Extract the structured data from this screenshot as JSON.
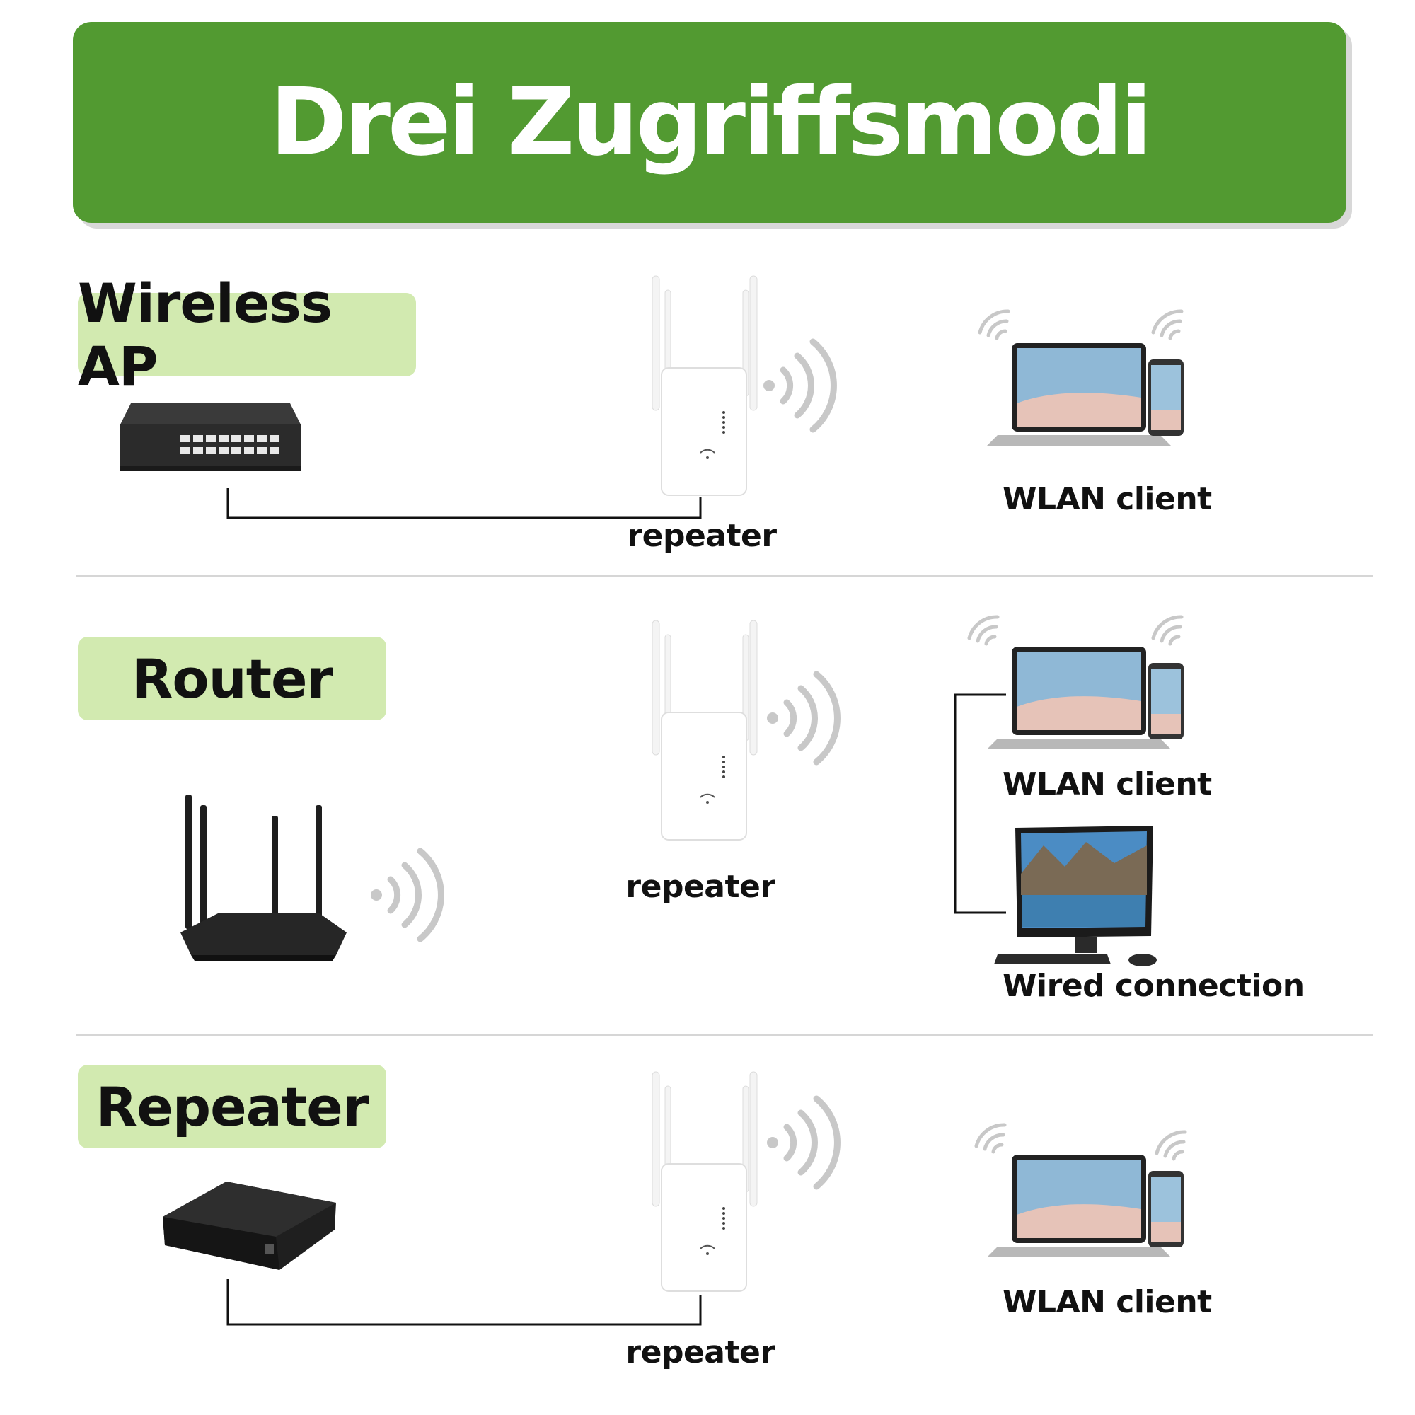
{
  "title": "Drei Zugriffsmodi",
  "modes": [
    {
      "label": "Wireless AP",
      "source_device": "network-switch",
      "repeater_caption": "repeater",
      "clients": [
        "WLAN client"
      ]
    },
    {
      "label": "Router",
      "source_device": "wifi-router",
      "repeater_caption": "repeater",
      "clients": [
        "WLAN client",
        "Wired connection"
      ]
    },
    {
      "label": "Repeater",
      "source_device": "modem-box",
      "repeater_caption": "repeater",
      "clients": [
        "WLAN client"
      ]
    }
  ],
  "colors": {
    "banner": "#529a31",
    "label_bg": "#d2eab0",
    "wave": "#c8c8c8",
    "line": "#111111"
  }
}
